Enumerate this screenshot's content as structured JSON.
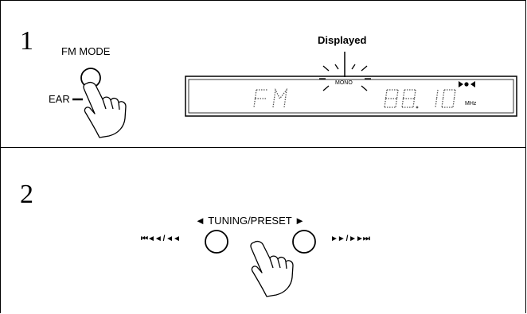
{
  "step1": {
    "number": "1",
    "fm_mode_label": "FM MODE",
    "side_label": "EAR",
    "callout_label": "Displayed",
    "display": {
      "band": "FM",
      "frequency": "88.10",
      "unit": "MHz",
      "mono_indicator": "MONO"
    }
  },
  "step2": {
    "number": "2",
    "tuning_label": "◄ TUNING/PRESET ►",
    "left_label": "⏮◄◄ / ◄◄",
    "right_label": "►► / ►►⏭"
  },
  "colors": {
    "ink": "#000000",
    "segment": "#555555",
    "background": "#ffffff"
  },
  "icons": [
    "pressing-hand-icon",
    "round-button-icon",
    "sparkle-rays-icon",
    "stereo-indicator-icon"
  ]
}
